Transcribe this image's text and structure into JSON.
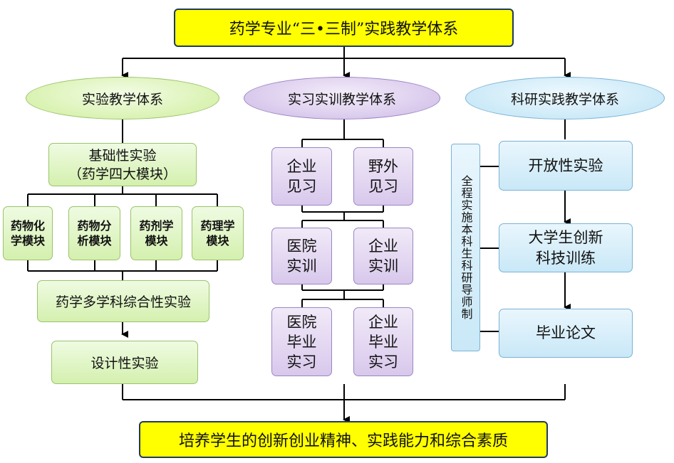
{
  "title": "药学专业“三•三制”实践教学体系",
  "branches": {
    "experiment": "实验教学体系",
    "internship": "实习实训教学体系",
    "research": "科研实践教学体系"
  },
  "experiment": {
    "basic": "基础性实验\n（药学四大模块）",
    "modules": [
      "药物化\n学模块",
      "药物分\n析模块",
      "药剂学\n模块",
      "药理学\n模块"
    ],
    "comprehensive": "药学多学科综合性实验",
    "design": "设计性实验"
  },
  "internship": {
    "row1": [
      "企业\n见习",
      "野外\n见习"
    ],
    "row2": [
      "医院\n实训",
      "企业\n实训"
    ],
    "row3": [
      "医院\n毕业\n实习",
      "企业\n毕业\n实习"
    ]
  },
  "research": {
    "mentor": "全程实施本科生科研导师制",
    "steps": [
      "开放性实验",
      "大学生创新\n科技训练",
      "毕业论文"
    ]
  },
  "goal": "培养学生的创新创业精神、实践能力和综合素质",
  "colors": {
    "title_bg": "#ffff00",
    "green_fill": "#d4f0ae",
    "purple_fill": "#d8c8ec",
    "blue_fill": "#c9e8f7",
    "line": "#000000"
  }
}
